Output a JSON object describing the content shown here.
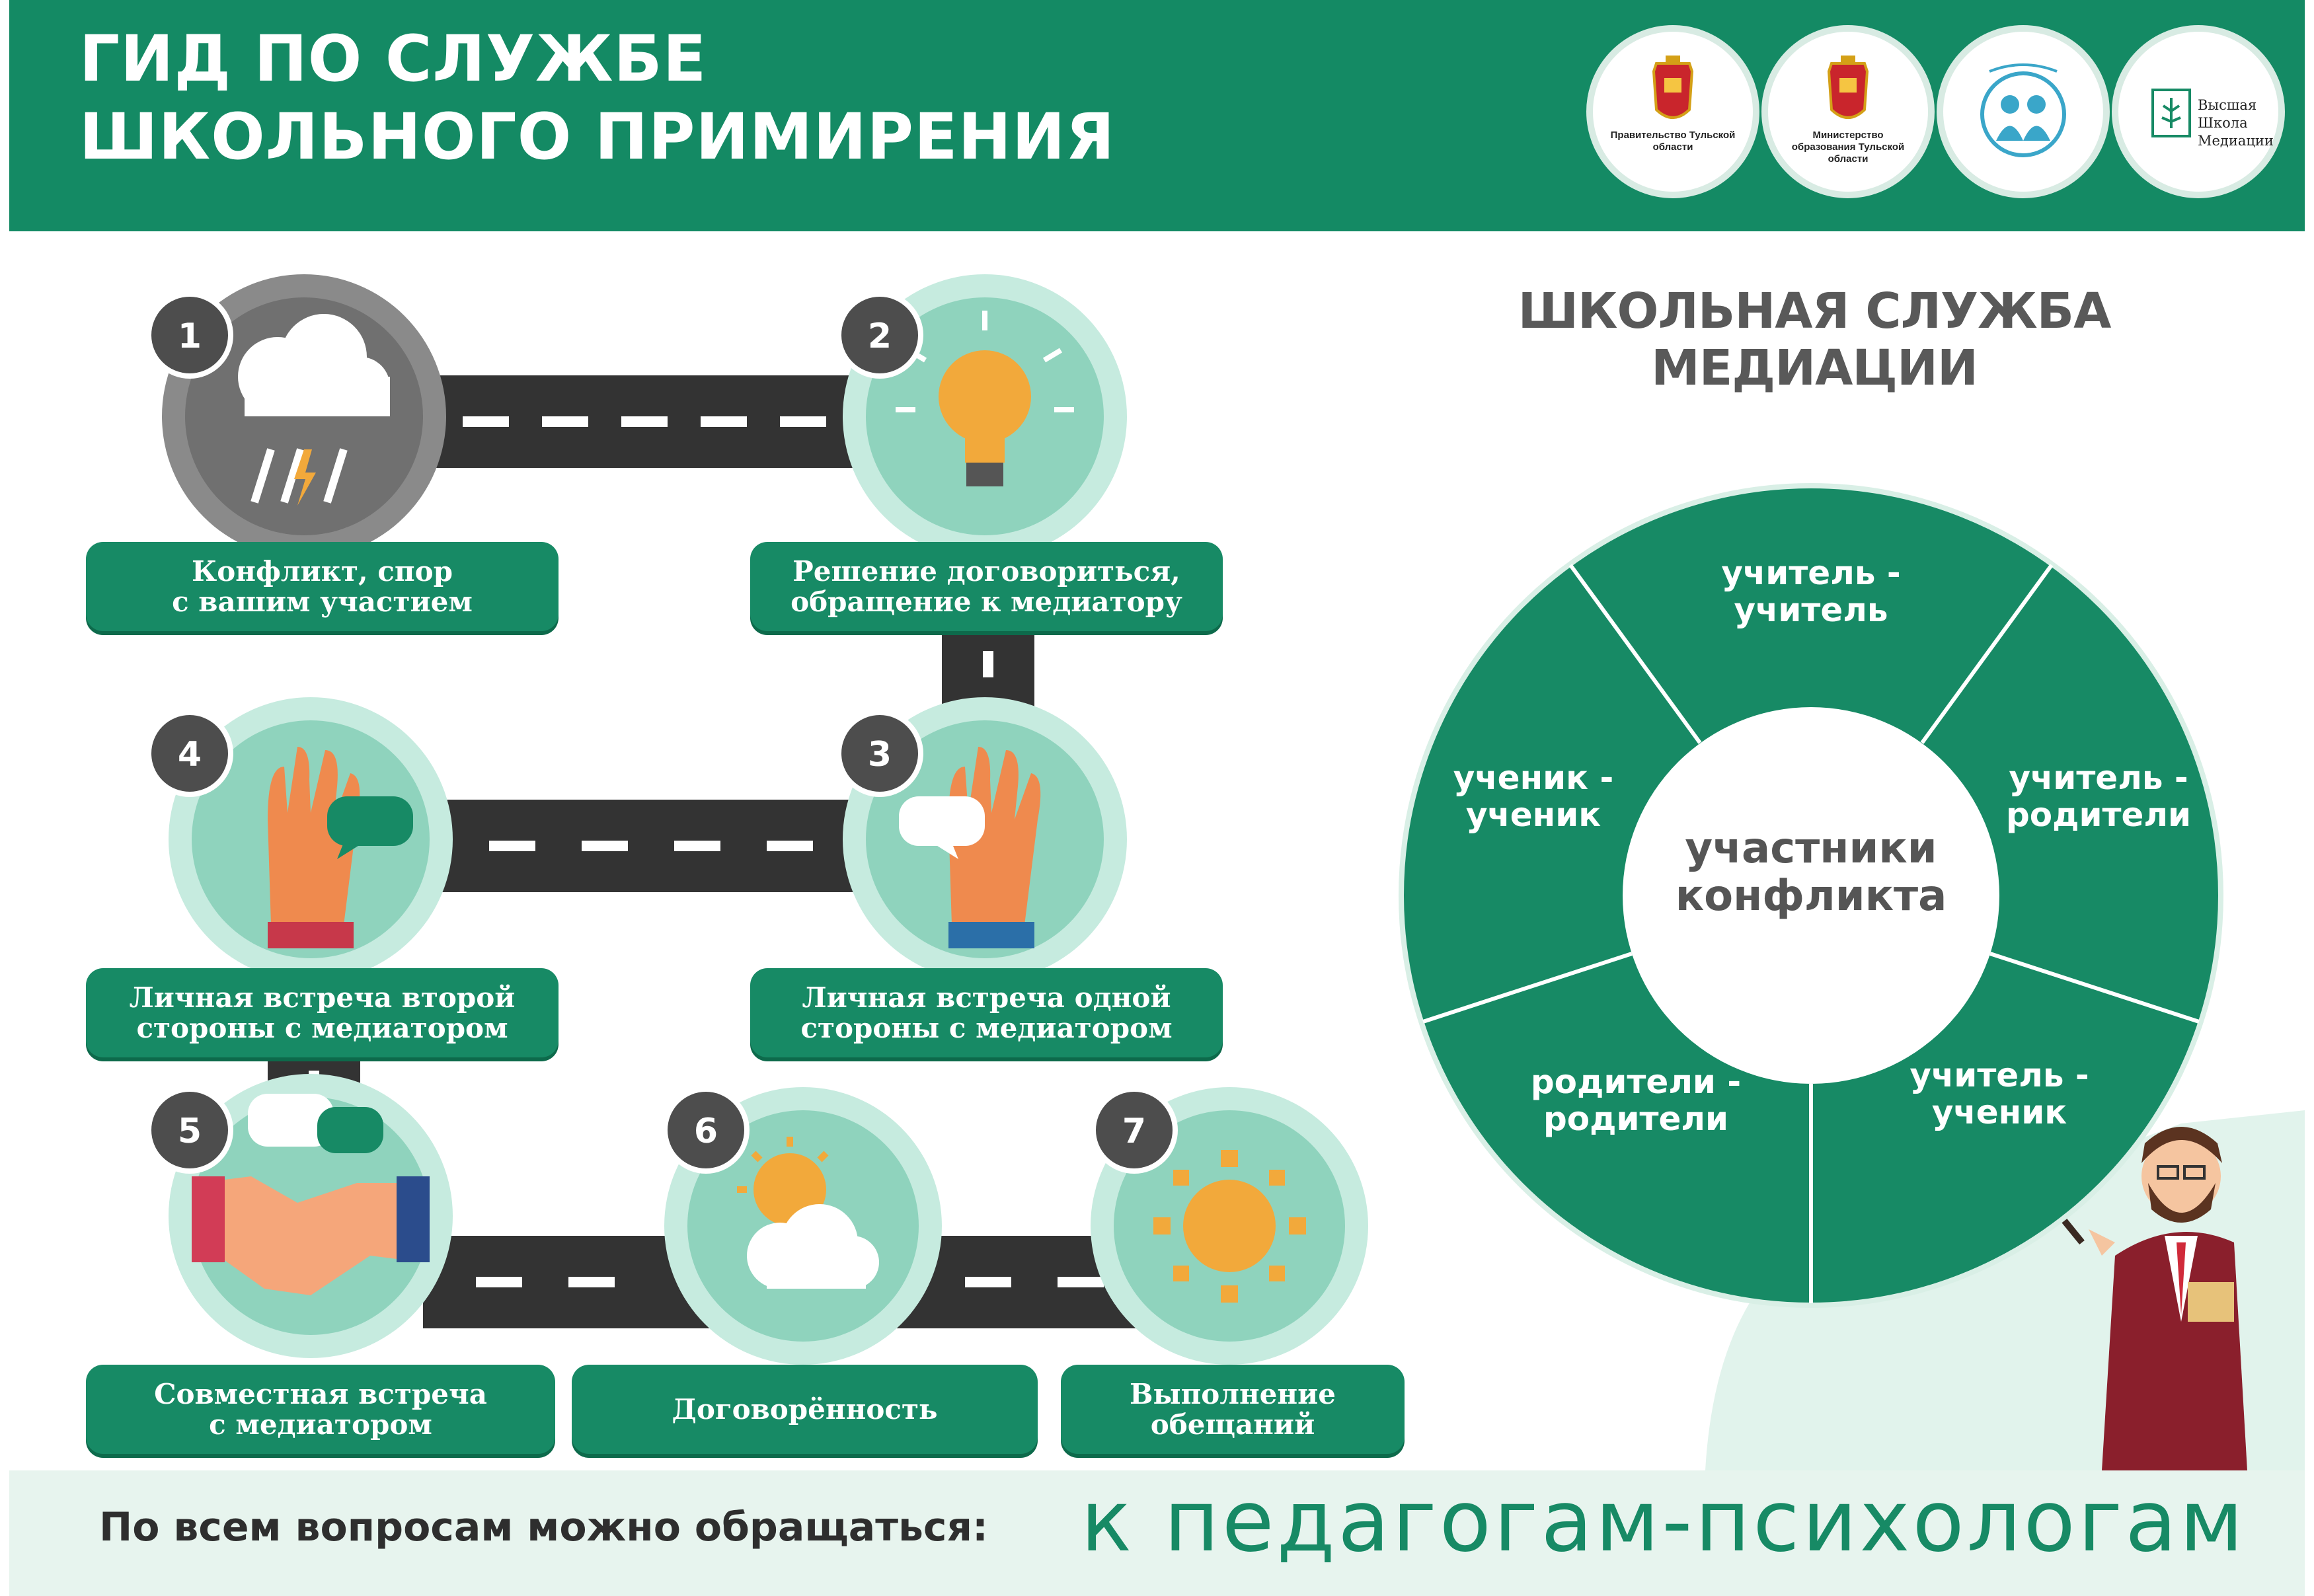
{
  "header": {
    "title_line1": "ГИД ПО СЛУЖБЕ",
    "title_line2": "ШКОЛЬНОГО ПРИМИРЕНИЯ",
    "logos": [
      {
        "caption": "Правительство Тульской области",
        "icon": "coat-of-arms-icon"
      },
      {
        "caption": "Министерство образования Тульской области",
        "icon": "coat-of-arms-icon"
      },
      {
        "caption": "",
        "icon": "children-emblem-icon"
      },
      {
        "caption": "Высшая Школа Медиации",
        "icon": "tree-emblem-icon"
      }
    ]
  },
  "steps": [
    {
      "number": "1",
      "label": "Конфликт, спор\nс вашим участием",
      "icon": "storm-cloud-icon"
    },
    {
      "number": "2",
      "label": "Решение договориться,\nобращение к медиатору",
      "icon": "light-bulb-icon"
    },
    {
      "number": "3",
      "label": "Личная встреча одной\nстороны с медиатором",
      "icon": "raised-hand-icon"
    },
    {
      "number": "4",
      "label": "Личная встреча второй\nстороны с медиатором",
      "icon": "raised-hand-icon"
    },
    {
      "number": "5",
      "label": "Совместная встреча\nс медиатором",
      "icon": "handshake-icon"
    },
    {
      "number": "6",
      "label": "Договорённость",
      "icon": "sun-cloud-icon"
    },
    {
      "number": "7",
      "label": "Выполнение\nобещаний",
      "icon": "sun-icon"
    }
  ],
  "wheel": {
    "title": "ШКОЛЬНАЯ СЛУЖБА МЕДИАЦИИ",
    "center": "участники\nконфликта",
    "segments": [
      "учитель -\nучитель",
      "учитель -\nродители",
      "учитель -\nученик",
      "родители -\nродители",
      "ученик -\nученик"
    ]
  },
  "footer": {
    "left": "По всем вопросам можно обращаться:",
    "right": "к педагогам-психологам"
  },
  "colors": {
    "brand_green": "#178a65",
    "mint": "#a8dccb",
    "badge_gray": "#4d4d4d",
    "road": "#333333"
  }
}
